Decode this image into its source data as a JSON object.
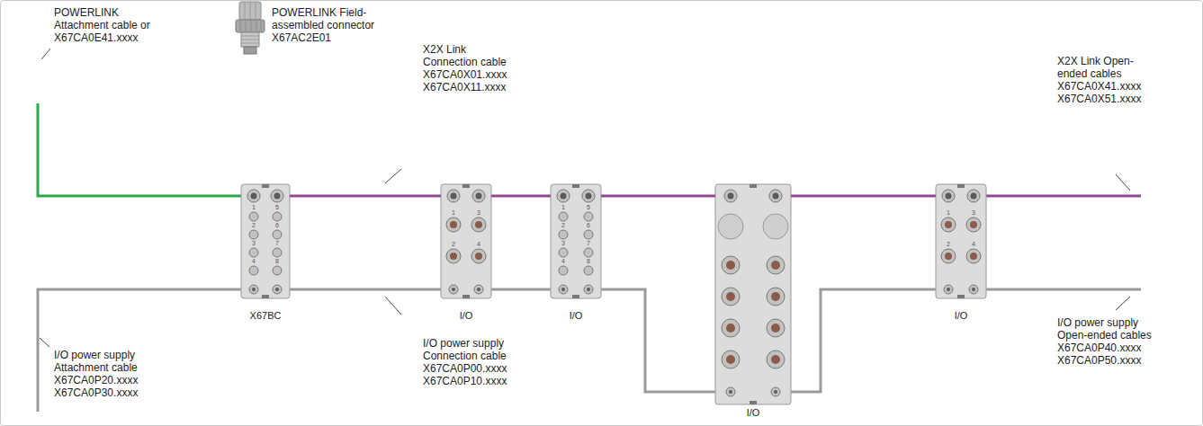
{
  "diagram": {
    "nodes": [
      {
        "text": [
          "X67BC"
        ]
      },
      {
        "text": [
          "I/O"
        ]
      },
      {
        "text": [
          "I/O"
        ]
      },
      {
        "text": [
          "I/O"
        ]
      },
      {
        "text": [
          "I/O"
        ]
      }
    ],
    "edges": [
      {
        "from": 0,
        "to": 1,
        "arrow": "none"
      },
      {
        "from": 1,
        "to": 2,
        "arrow": "none"
      },
      {
        "from": 2,
        "to": 3,
        "arrow": "none"
      },
      {
        "from": 3,
        "to": 4,
        "arrow": "none"
      },
      {
        "from": 0,
        "to": 1,
        "arrow": "none"
      },
      {
        "from": 1,
        "to": 2,
        "arrow": "none"
      },
      {
        "from": 2,
        "to": 3,
        "arrow": "none"
      },
      {
        "from": 3,
        "to": 4,
        "arrow": "none"
      }
    ],
    "labels": [
      "POWERLINK Attachment cable or X67CA0E41.xxxx",
      "POWERLINK Field-assembled connector X67AC2E01",
      "X2X Link Connection cable X67CA0X01.xxxx X67CA0X11.xxxx",
      "X2X Link Open-ended cables X67CA0X41.xxxx X67CA0X51.xxxx",
      "I/O power supply Attachment cable X67CA0P20.xxxx X67CA0P30.xxxx",
      "I/O power supply Connection cable X67CA0P00.xxxx X67CA0P10.xxxx",
      "I/O power supply Open-ended cables X67CA0P40.xxxx X67CA0P50.xxxx",
      "1",
      "5",
      "2",
      "6",
      "3",
      "7",
      "4",
      "8",
      "1",
      "3",
      "2",
      "4",
      "1",
      "5",
      "2",
      "6",
      "3",
      "7",
      "4",
      "8",
      "1",
      "3",
      "2",
      "4"
    ]
  }
}
